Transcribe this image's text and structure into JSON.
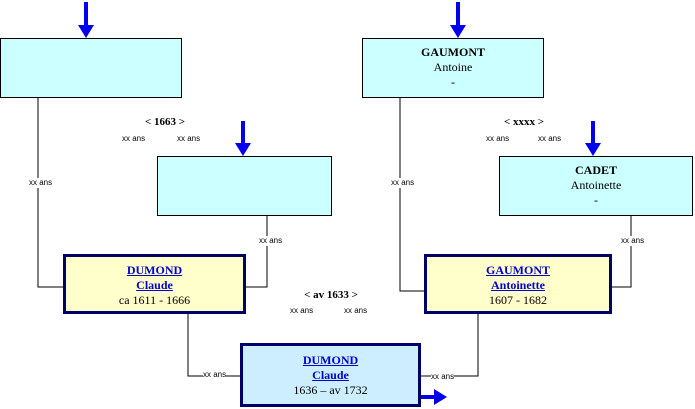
{
  "persons": {
    "pat_gf": {
      "surname": "",
      "given": "",
      "dates": ""
    },
    "pat_gm": {
      "surname": "",
      "given": "",
      "dates": ""
    },
    "mat_gf": {
      "surname": "GAUMONT",
      "given": "Antoine",
      "dates": "-"
    },
    "mat_gm": {
      "surname": "CADET",
      "given": "Antoinette",
      "dates": "-"
    },
    "father": {
      "surname": "DUMOND",
      "given": "Claude",
      "dates": "ca 1611 - 1666"
    },
    "mother": {
      "surname": "GAUMONT",
      "given": "Antoinette",
      "dates": "1607 - 1682"
    },
    "subject": {
      "surname": "DUMOND",
      "given": "Claude",
      "dates": "1636 – av 1732"
    }
  },
  "marriages": {
    "paternal": "< 1663 >",
    "maternal": "< xxxx >",
    "parents": "< av 1633 >"
  },
  "age_label": "xx ans",
  "colors": {
    "arrow": "#0000ee",
    "link": "#0000cc",
    "ancestor_fill": "#ccffff",
    "parent_fill": "#ffffcc",
    "subject_fill": "#cceeff"
  }
}
